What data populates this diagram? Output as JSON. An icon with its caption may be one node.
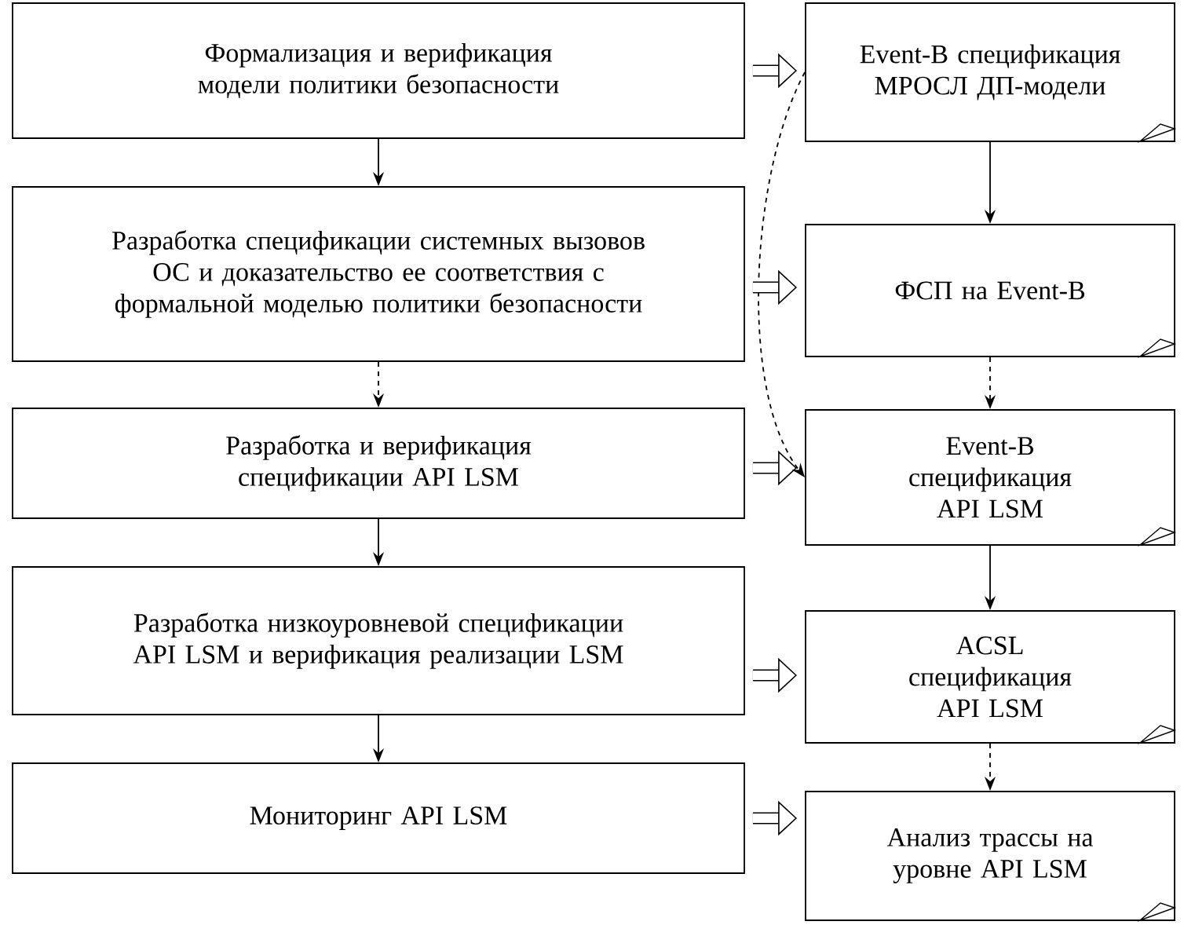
{
  "diagram": {
    "nodes": [
      {
        "text": [
          "Формализация и верификация модели политики безопасности"
        ]
      },
      {
        "text": [
          "Разработка спецификации системных вызовов ОС и доказательство ее соответствия с формальной моделью политики безопасности"
        ]
      },
      {
        "text": [
          "Разработка и верификация спецификации API LSM"
        ]
      },
      {
        "text": [
          "Разработка низкоуровневой спецификации API LSM и верификация реализации LSM"
        ]
      },
      {
        "text": [
          "Мониторинг API LSM"
        ]
      },
      {
        "text": [
          "Event-B спецификация МРОСЛ ДП-модели"
        ]
      },
      {
        "text": [
          "ФСП на Event-B"
        ]
      },
      {
        "text": [
          "Event-B спецификация API LSM"
        ]
      },
      {
        "text": [
          "ACSL спецификация API LSM"
        ]
      },
      {
        "text": [
          "Анализ трассы на уровне API LSM"
        ]
      }
    ],
    "edges": [
      {
        "from": 0,
        "to": 1,
        "arrow": "to"
      },
      {
        "from": 1,
        "to": 2,
        "arrow": "to",
        "style": "dashed"
      },
      {
        "from": 2,
        "to": 3,
        "arrow": "to"
      },
      {
        "from": 3,
        "to": 4,
        "arrow": "to"
      },
      {
        "from": 5,
        "to": 6,
        "arrow": "to"
      },
      {
        "from": 6,
        "to": 7,
        "arrow": "to",
        "style": "dashed"
      },
      {
        "from": 7,
        "to": 8,
        "arrow": "to"
      },
      {
        "from": 8,
        "to": 9,
        "arrow": "to",
        "style": "dashed"
      },
      {
        "from": 5,
        "to": 7,
        "arrow": "to",
        "style": "dashed"
      },
      {
        "from": 0,
        "to": 5,
        "arrow": "to",
        "style": "thick"
      },
      {
        "from": 1,
        "to": 6,
        "arrow": "to",
        "style": "thick"
      },
      {
        "from": 2,
        "to": 7,
        "arrow": "to",
        "style": "thick"
      },
      {
        "from": 3,
        "to": 8,
        "arrow": "to",
        "style": "thick"
      },
      {
        "from": 4,
        "to": 9,
        "arrow": "to",
        "style": "thick"
      }
    ]
  }
}
